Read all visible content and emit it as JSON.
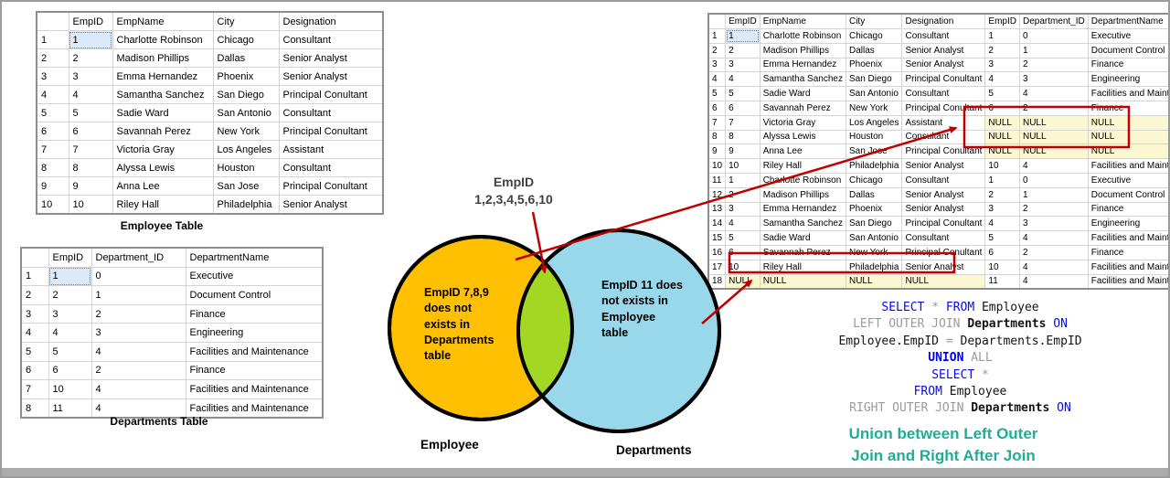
{
  "employee_table": {
    "caption": "Employee Table",
    "headers": [
      "",
      "EmpID",
      "EmpName",
      "City",
      "Designation"
    ],
    "rows": [
      [
        "1",
        "1",
        "Charlotte Robinson",
        "Chicago",
        "Consultant"
      ],
      [
        "2",
        "2",
        "Madison Phillips",
        "Dallas",
        "Senior Analyst"
      ],
      [
        "3",
        "3",
        "Emma Hernandez",
        "Phoenix",
        "Senior Analyst"
      ],
      [
        "4",
        "4",
        "Samantha Sanchez",
        "San Diego",
        "Principal Conultant"
      ],
      [
        "5",
        "5",
        "Sadie Ward",
        "San Antonio",
        "Consultant"
      ],
      [
        "6",
        "6",
        "Savannah Perez",
        "New York",
        "Principal Conultant"
      ],
      [
        "7",
        "7",
        "Victoria Gray",
        "Los Angeles",
        "Assistant"
      ],
      [
        "8",
        "8",
        "Alyssa Lewis",
        "Houston",
        "Consultant"
      ],
      [
        "9",
        "9",
        "Anna Lee",
        "San Jose",
        "Principal Conultant"
      ],
      [
        "10",
        "10",
        "Riley Hall",
        "Philadelphia",
        "Senior Analyst"
      ]
    ]
  },
  "departments_table": {
    "caption": "Departments Table",
    "headers": [
      "",
      "EmpID",
      "Department_ID",
      "DepartmentName"
    ],
    "rows": [
      [
        "1",
        "1",
        "0",
        "Executive"
      ],
      [
        "2",
        "2",
        "1",
        "Document Control"
      ],
      [
        "3",
        "3",
        "2",
        "Finance"
      ],
      [
        "4",
        "4",
        "3",
        "Engineering"
      ],
      [
        "5",
        "5",
        "4",
        "Facilities and Maintenance"
      ],
      [
        "6",
        "6",
        "2",
        "Finance"
      ],
      [
        "7",
        "10",
        "4",
        "Facilities and Maintenance"
      ],
      [
        "8",
        "11",
        "4",
        "Facilities and Maintenance"
      ]
    ]
  },
  "result_table": {
    "headers": [
      "",
      "EmpID",
      "EmpName",
      "City",
      "Designation",
      "EmpID",
      "Department_ID",
      "DepartmentName"
    ],
    "rows": [
      [
        "1",
        "1",
        "Charlotte Robinson",
        "Chicago",
        "Consultant",
        "1",
        "0",
        "Executive"
      ],
      [
        "2",
        "2",
        "Madison Phillips",
        "Dallas",
        "Senior Analyst",
        "2",
        "1",
        "Document Control"
      ],
      [
        "3",
        "3",
        "Emma Hernandez",
        "Phoenix",
        "Senior Analyst",
        "3",
        "2",
        "Finance"
      ],
      [
        "4",
        "4",
        "Samantha Sanchez",
        "San Diego",
        "Principal Conultant",
        "4",
        "3",
        "Engineering"
      ],
      [
        "5",
        "5",
        "Sadie Ward",
        "San Antonio",
        "Consultant",
        "5",
        "4",
        "Facilities and Maintenance"
      ],
      [
        "6",
        "6",
        "Savannah Perez",
        "New York",
        "Principal Conultant",
        "6",
        "2",
        "Finance"
      ],
      [
        "7",
        "7",
        "Victoria Gray",
        "Los Angeles",
        "Assistant",
        "NULL",
        "NULL",
        "NULL"
      ],
      [
        "8",
        "8",
        "Alyssa Lewis",
        "Houston",
        "Consultant",
        "NULL",
        "NULL",
        "NULL"
      ],
      [
        "9",
        "9",
        "Anna Lee",
        "San Jose",
        "Principal Conultant",
        "NULL",
        "NULL",
        "NULL"
      ],
      [
        "10",
        "10",
        "Riley Hall",
        "Philadelphia",
        "Senior Analyst",
        "10",
        "4",
        "Facilities and Maintenance"
      ],
      [
        "11",
        "1",
        "Charlotte Robinson",
        "Chicago",
        "Consultant",
        "1",
        "0",
        "Executive"
      ],
      [
        "12",
        "2",
        "Madison Phillips",
        "Dallas",
        "Senior Analyst",
        "2",
        "1",
        "Document Control"
      ],
      [
        "13",
        "3",
        "Emma Hernandez",
        "Phoenix",
        "Senior Analyst",
        "3",
        "2",
        "Finance"
      ],
      [
        "14",
        "4",
        "Samantha Sanchez",
        "San Diego",
        "Principal Conultant",
        "4",
        "3",
        "Engineering"
      ],
      [
        "15",
        "5",
        "Sadie Ward",
        "San Antonio",
        "Consultant",
        "5",
        "4",
        "Facilities and Maintenance"
      ],
      [
        "16",
        "6",
        "Savannah Perez",
        "New York",
        "Principal Conultant",
        "6",
        "2",
        "Finance"
      ],
      [
        "17",
        "10",
        "Riley Hall",
        "Philadelphia",
        "Senior Analyst",
        "10",
        "4",
        "Facilities and Maintenance"
      ],
      [
        "18",
        "NULL",
        "NULL",
        "NULL",
        "NULL",
        "11",
        "4",
        "Facilities and Maintenance"
      ]
    ]
  },
  "venn": {
    "top_label_line1": "EmpID",
    "top_label_line2": "1,2,3,4,5,6,10",
    "left_circle_text": "EmpID 7,8,9\ndoes not\nexists in\nDepartments\ntable",
    "right_circle_text": "EmpID 11 does\nnot exists in\nEmployee\ntable",
    "left_label": "Employee",
    "right_label": "Departments",
    "colors": {
      "left": "#ffc001",
      "right": "#99d8ea",
      "intersection": "#a2d723",
      "outline": "#000000",
      "annotation": "#c00000",
      "null_highlight": "#fbf7d0"
    }
  },
  "sql": {
    "lines": [
      [
        {
          "t": "SELECT",
          "s": "b"
        },
        {
          "t": " ",
          "s": "k"
        },
        {
          "t": "*",
          "s": "g"
        },
        {
          "t": " ",
          "s": "k"
        },
        {
          "t": "FROM",
          "s": "b"
        },
        {
          "t": " Employee",
          "s": "k"
        }
      ],
      [
        {
          "t": "LEFT OUTER JOIN",
          "s": "g"
        },
        {
          "t": " ",
          "s": "k"
        },
        {
          "t": "Departments",
          "s": "kb"
        },
        {
          "t": " ",
          "s": "k"
        },
        {
          "t": "ON",
          "s": "b"
        }
      ],
      [
        {
          "t": "Employee.EmpID",
          "s": "k"
        },
        {
          "t": " ",
          "s": "k"
        },
        {
          "t": "=",
          "s": "g"
        },
        {
          "t": " ",
          "s": "k"
        },
        {
          "t": "Departments.EmpID",
          "s": "k"
        }
      ],
      [
        {
          "t": "UNION",
          "s": "bb"
        },
        {
          "t": " ",
          "s": "k"
        },
        {
          "t": "ALL",
          "s": "g"
        }
      ],
      [
        {
          "t": "SELECT",
          "s": "b"
        },
        {
          "t": " ",
          "s": "k"
        },
        {
          "t": "*",
          "s": "g"
        }
      ],
      [
        {
          "t": "FROM",
          "s": "b"
        },
        {
          "t": " Employee",
          "s": "k"
        }
      ],
      [
        {
          "t": "RIGHT OUTER JOIN",
          "s": "g"
        },
        {
          "t": " ",
          "s": "k"
        },
        {
          "t": "Departments",
          "s": "kb"
        },
        {
          "t": " ",
          "s": "k"
        },
        {
          "t": "ON",
          "s": "b"
        }
      ]
    ]
  },
  "teal_caption": {
    "line1": "Union between Left Outer",
    "line2": "Join and Right After Join",
    "color": "#1eae97"
  }
}
